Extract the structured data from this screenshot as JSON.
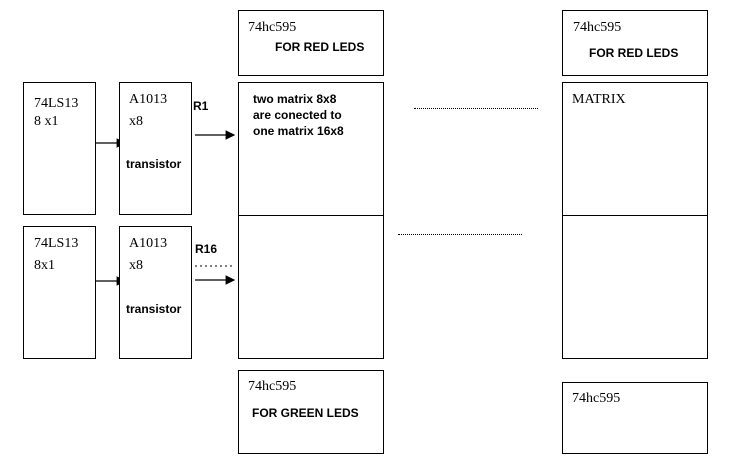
{
  "decoder_top": {
    "line1": "74LS13",
    "line2": "8 x1"
  },
  "decoder_bottom": {
    "line1": "74LS13",
    "line2": "8x1"
  },
  "transistor_top": {
    "line1": "A1013",
    "line2": "x8",
    "line3": "transistor"
  },
  "transistor_bottom": {
    "line1": "A1013",
    "line2": "x8",
    "line3": "transistor"
  },
  "resistor_top": "R1",
  "resistor_bottom": "R16",
  "shift_red_left": {
    "chip": "74hc595",
    "label": "FOR RED LEDS"
  },
  "shift_red_right": {
    "chip": "74hc595",
    "label": "FOR RED LEDS"
  },
  "shift_green_left": {
    "chip": "74hc595",
    "label": "FOR GREEN LEDS"
  },
  "shift_green_right": {
    "chip": "74hc595"
  },
  "matrix_left_note": [
    "two matrix 8x8",
    "are conected to",
    "one matrix 16x8"
  ],
  "matrix_right_label": "MATRIX"
}
